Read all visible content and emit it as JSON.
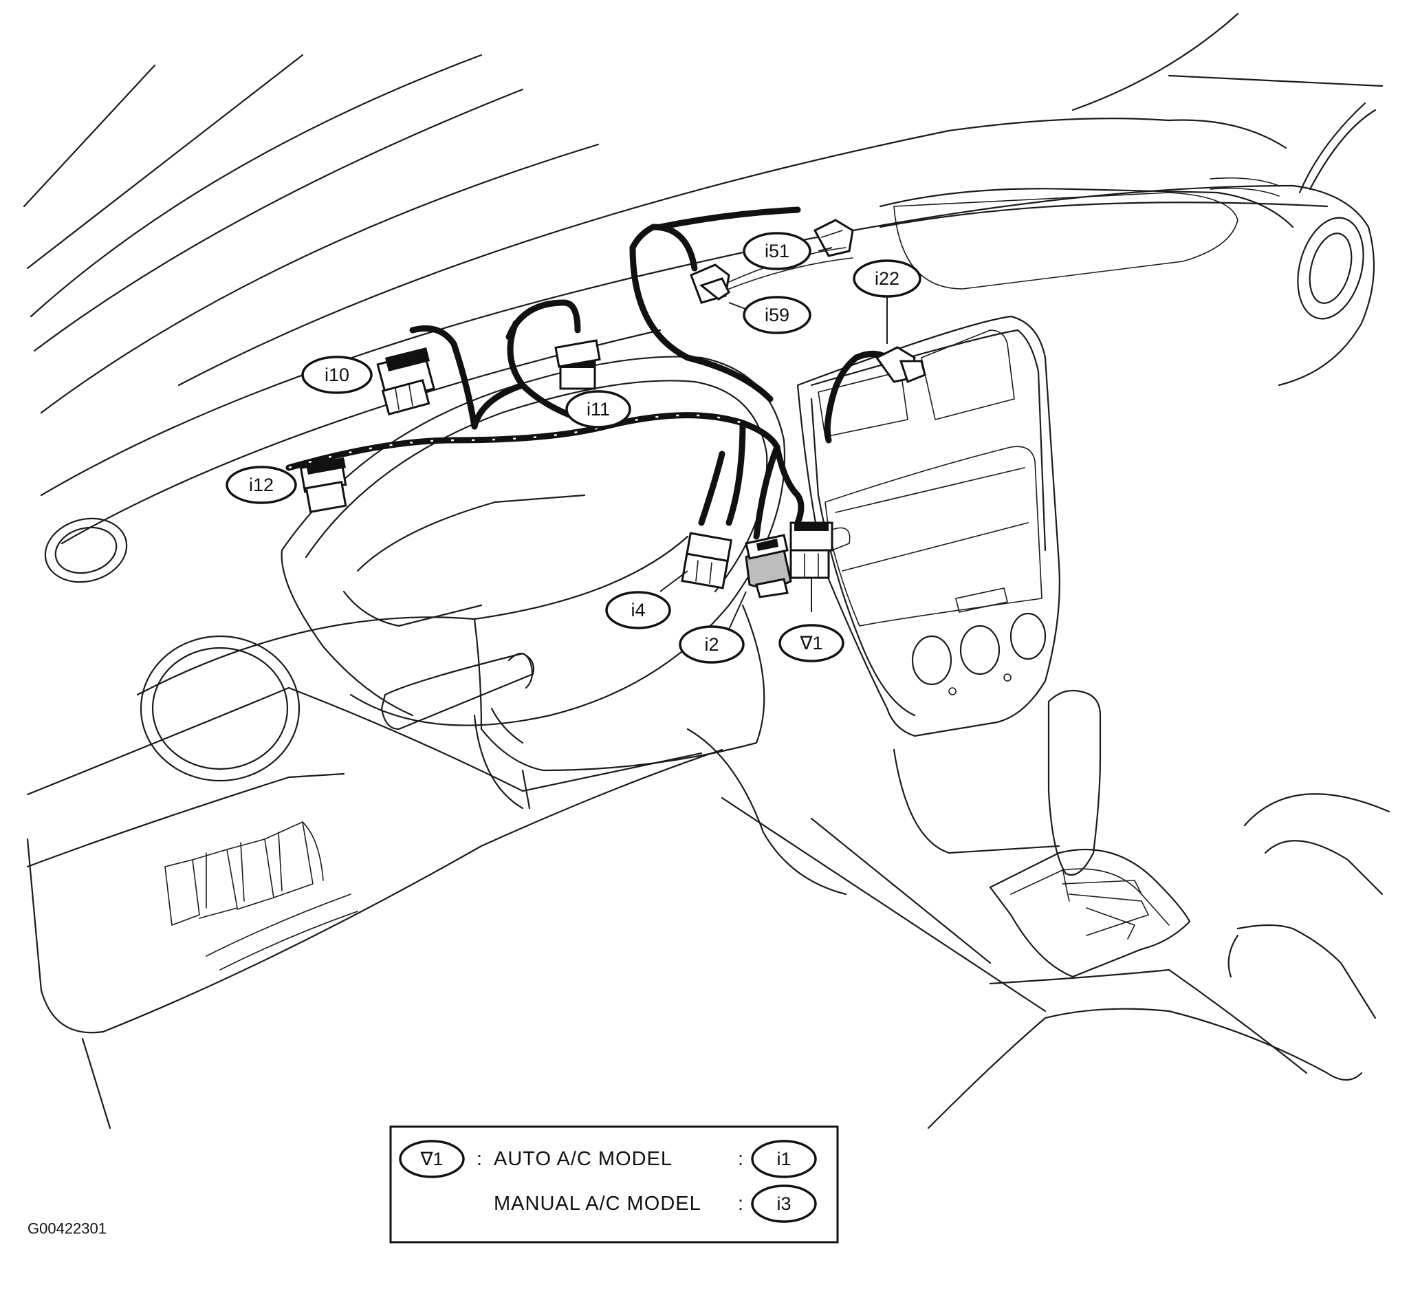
{
  "labels": {
    "i10": "i10",
    "i11": "i11",
    "i12": "i12",
    "i51": "i51",
    "i59": "i59",
    "i22": "i22",
    "i4": "i4",
    "i2": "i2",
    "star1": "∇1"
  },
  "legend": {
    "star_tag": "∇1",
    "auto_sep": ":",
    "auto_text": "AUTO A/C MODEL",
    "auto_colon": ":",
    "auto_conn": "i1",
    "manual_text": "MANUAL A/C MODEL",
    "manual_colon": ":",
    "manual_conn": "i3"
  },
  "figure_id": "G00422301"
}
